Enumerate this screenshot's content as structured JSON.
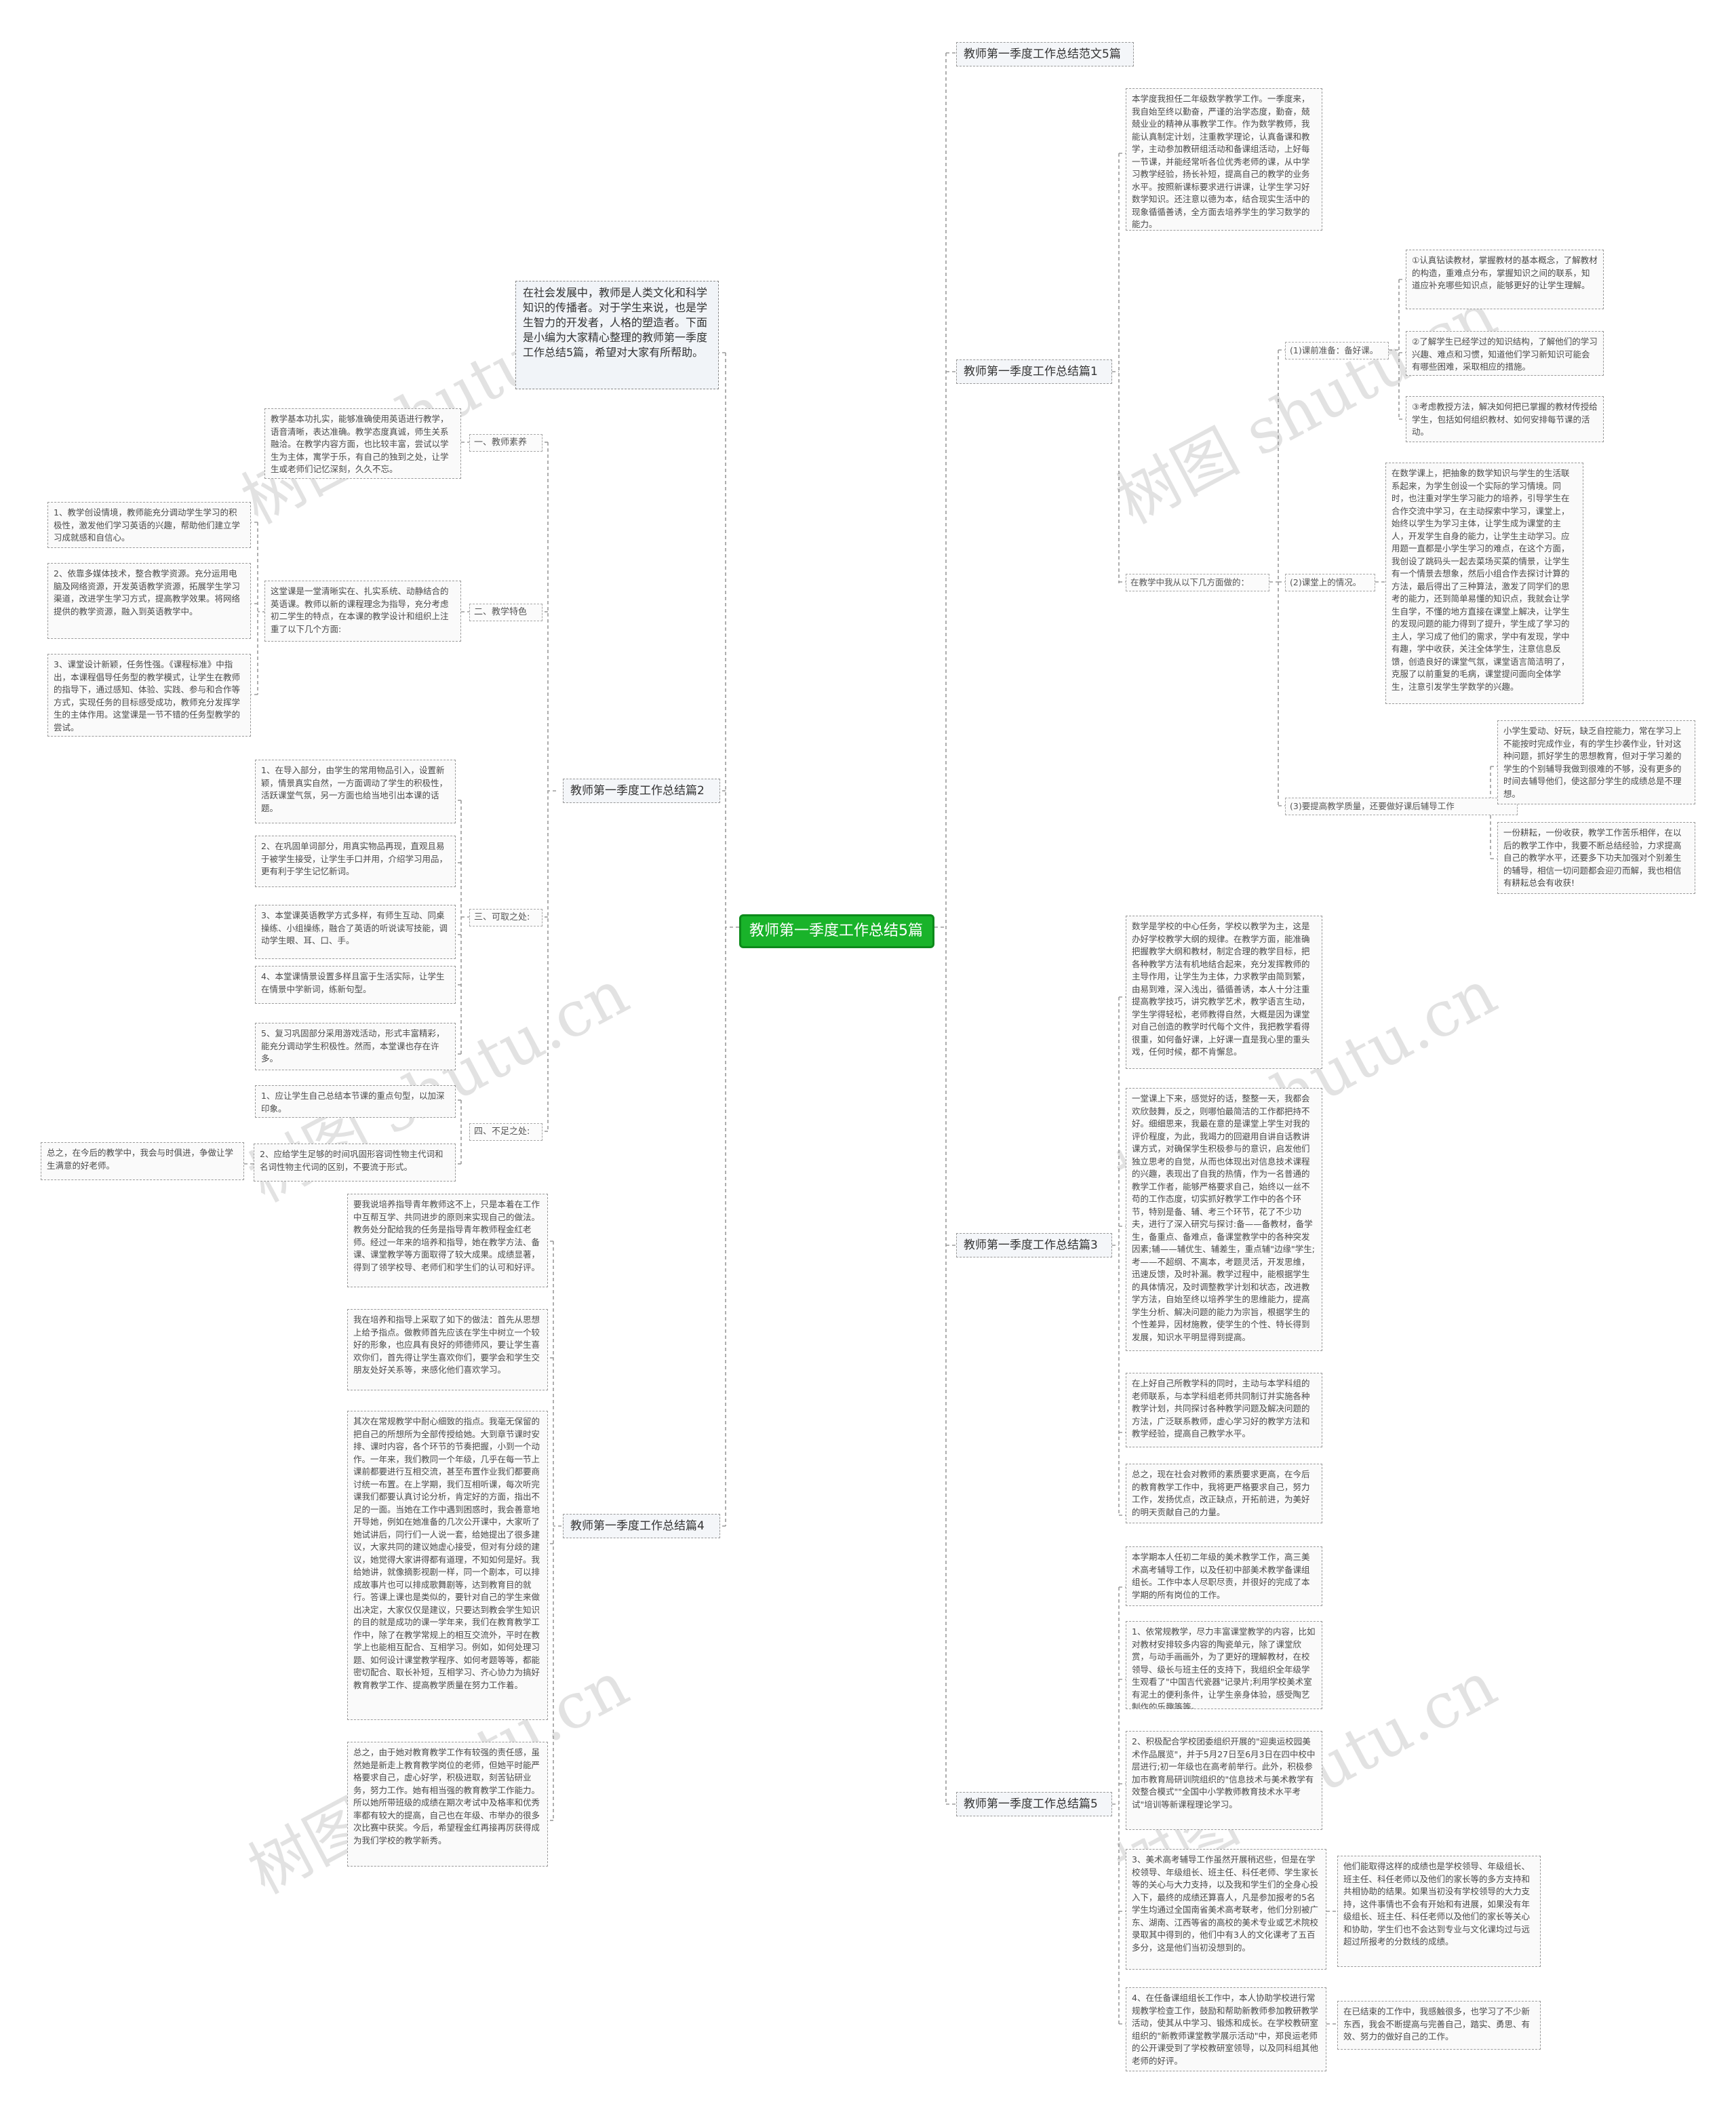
{
  "root": "教师第一季度工作总结5篇",
  "intro": "在社会发展中，教师是人类文化和科学知识的传播者。对于学生来说，也是学生智力的开发者，人格的塑造者。下面是小编为大家精心整理的教师第一季度工作总结5篇，希望对大家有所帮助。",
  "watermark": "树图 shutu.cn",
  "right_branches": {
    "b0": {
      "title": "教师第一季度工作总结范文5篇"
    },
    "b1": {
      "title": "教师第一季度工作总结篇1",
      "p1": "本学度我担任二年级数学教学工作。一季度来，我自始至终以勤奋，严谨的治学态度，勤奋，兢兢业业的精神从事教学工作。作为数学教师，我能认真制定计划，注重教学理论，认真备课和教学，主动参加教研组活动和备课组活动，上好每一节课，并能经常听各位优秀老师的课，从中学习教学经验，扬长补短，提高自己的教学的业务水平。按照新课标要求进行讲课，让学生学习好数学知识。还注意以德为本，结合现实生活中的现象循循善诱，全方面去培养学生的学习数学的能力。",
      "sub_label": "在教学中我从以下几方面做的：",
      "prep_label": "(1)课前准备：备好课。",
      "prep1": "①认真钻读教材，掌握教材的基本概念，了解教材的构造，重难点分布，掌握知识之间的联系，知道应补充哪些知识点，能够更好的让学生理解。",
      "prep2": "②了解学生已经学过的知识结构，了解他们的学习兴趣、难点和习惯，知道他们学习新知识可能会有哪些困难，采取相应的措施。",
      "prep3": "③考虑教授方法，解决如何把已掌握的教材传授给学生，包括如何组织教材、如何安排每节课的活动。",
      "class_label": "(2)课堂上的情况。",
      "class_text": "在数学课上，把抽象的数学知识与学生的生活联系起来，为学生创设一个实际的学习情境。同时，也注重对学生学习能力的培养，引导学生在合作交流中学习，在主动探索中学习，课堂上，始终以学生为学习主体，让学生成为课堂的主人，开发学生自身的能力，让学生主动学习。应用题一直都是小学生学习的难点，在这个方面，我创设了跳码头一起去菜场买菜的情景，让学生有一个情景去想象，然后小组合作去探讨计算的方法，最后得出了三种算法，激发了同学们的思考的能力，还到简单易懂的知识点，我就会让学生自学，不懂的地方直接在课堂上解决，让学生的发现问题的能力得到了提升，学生成了学习的主人，学习成了他们的需求，学中有发现，学中有趣，学中收获，关注全体学生，注意信息反馈，创造良好的课堂气氛，课堂语言简洁明了，克服了以前重复的毛病，课堂提问面向全体学生，注意引发学生学数学的兴趣。",
      "improve_label": "(3)要提高教学质量，还要做好课后辅导工作",
      "improve1": "小学生爱动、好玩，缺乏自控能力，常在学习上不能按时完成作业，有的学生抄袭作业，针对这种问题，抓好学生的思想教育，但对于学习差的学生的个别辅导我做到很难的不够，没有更多的时间去辅导他们，使这部分学生的成绩总是不理想。",
      "improve2": "一份耕耘，一份收获，教学工作苦乐相伴，在以后的教学工作中，我要不断总结经验，力求提高自己的教学水平，还要多下功夫加强对个别差生的辅导，相信一切问题都会迎刃而解，我也相信有耕耘总会有收获!"
    },
    "b3": {
      "title": "教师第一季度工作总结篇3",
      "p1": "数学是学校的中心任务，学校以教学为主，这是办好学校教学大纲的规律。在教学方面，能准确把握教学大纲和教材，制定合理的教学目标，把各种教学方法有机地结合起来，充分发挥教师的主导作用，让学生为主体，力求教学由简到繁，由易到难，深入浅出，循循善诱，本人十分注重提高教学技巧，讲究教学艺术，教学语言生动，学生学得轻松，老师教得自然，大概是因为课堂对自己创造的教学时代每个文件，我把教学看得很重，如何备好课，上好课一直是我心里的重头戏，任何时候，都不肯懈怠。",
      "p2": "一堂课上下来，感觉好的话，整整一天，我都会欢欣鼓舞，反之，则哪怕最简洁的工作都把持不好。细细思来，我最在意的是课堂上学生对我的评价程度，为此，我竭力的回避用自讲自话教讲课方式，对确保学生积极参与的意识，启发他们独立思考的自觉，从而也体现出对信息技术课程的兴趣，表现出了自我的热情，作为一名普通的教学工作者，能够严格要求自己，始终以一丝不苟的工作态度，切实抓好教学工作中的各个环节，特别是备、辅、考三个环节，花了不少功夫，进行了深入研究与探讨:备——备教材，备学生，备重点、备难点，备课堂教学中的各种突发因素;辅——辅优生、辅差生，重点辅\"边缘\"学生;考——不超纲、不离本，考题灵活，开发思维，迅速反馈，及时补漏。教学过程中，能根据学生的具体情况，及时调整教学计划和状态，改进教学方法，自始至终以培养学生的思维能力，提高学生分析、解决问题的能力为宗旨，根据学生的个性差异，因材施教，使学生的个性、特长得到发展，知识水平明显得到提高。",
      "p3": "在上好自己所教学科的同时，主动与本学科组的老师联系，与本学科组老师共同制订并实施各种教学计划，共同探讨各种教学问题及解决问题的方法，广泛联系教师，虚心学习好的教学方法和教学经验，提高自己教学水平。",
      "p4": "总之，现在社会对教师的素质要求更高，在今后的教育教学工作中，我将更严格要求自己，努力工作，发扬优点，改正缺点，开拓前进，为美好的明天贡献自己的力量。"
    },
    "b5": {
      "title": "教师第一季度工作总结篇5",
      "p1": "本学期本人任初二年级的美术教学工作，高三美术高考辅导工作，以及任初中部美术教学备课组组长。工作中本人尽职尽责，并很好的完成了本学期的所有岗位的工作。",
      "p2": "1、依常规教学，尽力丰富课堂教学的内容，比如对教材安排较多内容的陶瓷单元，除了课堂欣赏，与动手画画外，为了更好的理解教材，在校领导、级长与班主任的支持下，我组织全年级学生观看了\"中国吉代瓷器\"记录片;利用学校美术室有泥土的便利条件，让学生亲身体验，感受陶艺制作的乐趣等等。",
      "p3": "2、积极配合学校团委组织开展的\"迎奥运校园美术作品展览\"，并于5月27日至6月3日在四中校中层进行;初一年级也在高考前举行。此外，积极参加市教育局研训院组织的\"信息技术与美术教学有效整合模式\"\"全国中小学教师教育技术水平考试\"培训等新课程理论学习。",
      "p4": "3、美术高考辅导工作虽然开展稍迟些，但是在学校领导、年级组长、班主任、科任老师、学生家长等的关心与大力支持，以及我和学生们的全身心投入下，最终的成绩还算喜人，凡是参加报考的5名学生均通过全国南省美术高考联考，他们分别被广东、湖南、江西等省的高校的美术专业或艺术院校录取其中得到的，他们中有3人的文化课考了五百多分，这是他们当初没想到的。",
      "p4_note": "他们能取得这样的成绩也是学校领导、年级组长、班主任、科任老师以及他们的家长等的多方支持和共相协助的结果。如果当初没有学校领导的大力支持，这件事情也不会有开始和有进展，如果没有年级组长、班主任、科任老师以及他们的家长等关心和协助，学生们也不会达到专业与文化课均过与远超过所报考的分数线的成绩。",
      "p5": "4、在任备课组组长工作中，本人协助学校进行常规教学检查工作，鼓励和帮助新教师参加教研教学活动，使其从中学习、锻炼和成长。在学校教研室组织的\"新教师课堂教学展示活动\"中，郑良运老师的公开课受到了学校教研室领导，以及同科组其他老师的好评。",
      "p5_note": "在已结束的工作中，我感触很多，也学习了不少新东西，我会不断提高与完善自己，踏实、勇思、有效、努力的做好自己的工作。"
    }
  },
  "left_branches": {
    "b2": {
      "title": "教师第一季度工作总结篇2",
      "s1_label": "一、教师素养",
      "s1_text": "教学基本功扎实，能够准确使用英语进行教学，语音清晰，表达准确。教学态度真诚，师生关系融洽。在教学内容方面，也比较丰富，尝试以学生为主体，寓学于乐，有自己的独到之处，让学生或老师们记忆深刻，久久不忘。",
      "s2_label": "二、教学特色",
      "s2_text": "这堂课是一堂清晰实在、扎实系统、动静结合的英语课。教师以新的课程理念为指导，充分考虑初二学生的特点，在本课的教学设计和组织上注重了以下几个方面:",
      "s2_items": [
        "1、教学创设情境，教师能充分调动学生学习的积极性，激发他们学习英语的兴趣，帮助他们建立学习成就感和自信心。",
        "2、依靠多媒体技术，整合教学资源。充分运用电脑及网络资源，开发英语教学资源，拓展学生学习渠道，改进学生学习方式，提高教学效果。将网络提供的教学资源，融入到英语教学中。",
        "3、课堂设计新颖，任务性强。《课程标准》中指出，本课程倡导任务型的教学模式，让学生在教师的指导下，通过感知、体验、实践、参与和合作等方式，实现任务的目标感受成功，教师充分发挥学生的主体作用。这堂课是一节不错的任务型教学的尝试。"
      ],
      "s3_label": "三、可取之处:",
      "s3_items": [
        "1、在导入部分，由学生的常用物品引入，设置新颖，情景真实自然，一方面调动了学生的积极性，活跃课堂气氛，另一方面也给当地引出本课的话题。",
        "2、在巩固单词部分，用真实物品再现，直观且易于被学生接受，让学生手口并用，介绍学习用品，更有利于学生记忆新词。",
        "3、本堂课英语教学方式多样，有师生互动、同桌操练、小组操练，融合了英语的听说读写技能，调动学生眼、耳、口、手。",
        "4、本堂课情景设置多样且富于生活实际，让学生在情景中学新词，练新句型。",
        "5、复习巩固部分采用游戏活动，形式丰富精彩，能充分调动学生积极性。然而，本堂课也存在许多。"
      ],
      "s4_label": "四、不足之处:",
      "s4_items": [
        "1、应让学生自己总结本节课的重点句型，以加深印象。",
        "2、应给学生足够的时间巩固形容词性物主代词和名词性物主代词的区别，不要流于形式。"
      ],
      "s4_sum": "总之，在今后的教学中，我会与时俱进，争做让学生满意的好老师。"
    },
    "b4": {
      "title": "教师第一季度工作总结篇4",
      "p1": "要我说培养指导青年教师这不上，只是本着在工作中互帮互学、共同进步的原则来实现自己的做法。教务处分配给我的任务是指导青年教师程金红老师。经过一年来的培养和指导，她在教学方法、备课、课堂教学等方面取得了较大成果。成绩显著，得到了领学校导、老师们和学生们的认可和好评。",
      "p2": "我在培养和指导上采取了如下的做法：首先从思想上给予指点。做教师首先应该在学生中树立一个较好的形象，也应具有良好的师德师风，要让学生喜欢你们，首先得让学生喜欢你们，要学会和学生交朋友处好关系等，来感化他们喜欢学习。",
      "p3": "其次在常规教学中耐心细致的指点。我毫无保留的把自己的所想所为全部传授给她。大到章节课时安排、课时内容，各个环节的节奏把握，小到一个动作。一年来，我们教同一个年级，几乎在每一节上课前都要进行互相交流，甚至布置作业我们都要商讨统一布置。在上学期，我们互相听课，每次听完课我们都要认真讨论分析，肯定好的方面，指出不足的一面。当她在工作中遇到困惑时，我会善意地开导她，例如在她准备的几次公开课中，大家听了她试讲后，同行们一人说一套，给她提出了很多建议，大家共同的建议她虚心接受，但对有分歧的建议，她觉得大家讲得都有道理，不知如何是好。我给她讲，就像摘影视剧一样，同一个剧本，可以排成故事片也可以排成歌舞剧等，达到教育目的就行。答课上课也是类似的，要针对自己的学生来做出决定，大家仅仅是建议，只要达到教会学生知识的目的就是成功的课一学年来，我们在教育教学工作中，除了在教学常规上的相互交流外，平时在教学上也能相互配合、互相学习。例如，如何处理习题、如何设计课堂教学程序、如何考题等等，都能密切配合、取长补短，互相学习、齐心协力为搞好教育教学工作、提高教学质量在努力工作着。",
      "p4": "总之，由于她对教育教学工作有较强的责任感，虽然她是新走上教育教学岗位的老师，但她平时能严格要求自己，虚心好学，积极进取，刻苦钻研业务，努力工作。她有相当强的教育教学工作能力。所以她所带班级的成绩在期次考试中及格率和优秀率都有较大的提高，自己也在年级、市举办的很多次比赛中获奖。今后，希望程金红再接再厉获得成为我们学校的教学新秀。"
    }
  }
}
